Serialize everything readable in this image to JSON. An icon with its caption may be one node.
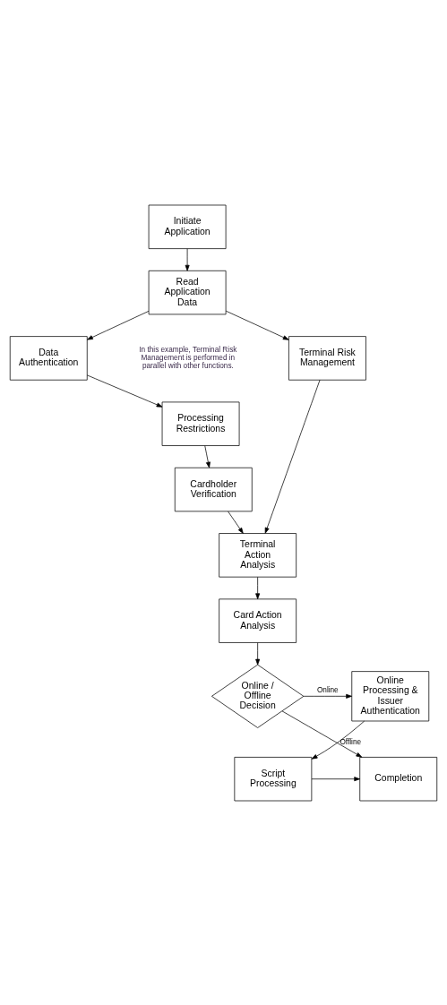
{
  "diagram": {
    "nodes": [
      {
        "text": [
          "Initiate Application"
        ]
      },
      {
        "text": [
          "Read Application Data"
        ]
      },
      {
        "text": [
          "Data Authentication"
        ]
      },
      {
        "text": [
          "Terminal Risk Management"
        ]
      },
      {
        "text": [
          "Processing Restrictions"
        ]
      },
      {
        "text": [
          "Cardholder Verification"
        ]
      },
      {
        "text": [
          "Terminal Action Analysis"
        ]
      },
      {
        "text": [
          "Card Action Analysis"
        ]
      },
      {
        "text": [
          "Online / Offline Decision"
        ]
      },
      {
        "text": [
          "Online Processing & Issuer Authentication"
        ]
      },
      {
        "text": [
          "Completion"
        ]
      },
      {
        "text": [
          "Script Processing"
        ]
      }
    ],
    "edges": [
      {
        "from": 0,
        "to": 1,
        "arrow": "to"
      },
      {
        "from": 1,
        "to": 2,
        "arrow": "to"
      },
      {
        "from": 1,
        "to": 3,
        "arrow": "to"
      },
      {
        "from": 2,
        "to": 4,
        "arrow": "to"
      },
      {
        "from": 4,
        "to": 5,
        "arrow": "to"
      },
      {
        "from": 5,
        "to": 6,
        "arrow": "to"
      },
      {
        "from": 3,
        "to": 6,
        "arrow": "to"
      },
      {
        "from": 6,
        "to": 7,
        "arrow": "to"
      },
      {
        "from": 7,
        "to": 8,
        "arrow": "to"
      },
      {
        "from": 8,
        "to": 9,
        "arrow": "to",
        "label": "Online"
      },
      {
        "from": 8,
        "to": 10,
        "arrow": "to",
        "label": "Offline"
      },
      {
        "from": 9,
        "to": 11,
        "arrow": "to"
      },
      {
        "from": 11,
        "to": 10,
        "arrow": "to"
      }
    ],
    "labels": [
      "In this example, Terminal Risk Management is performed in parallel with other functions."
    ]
  }
}
